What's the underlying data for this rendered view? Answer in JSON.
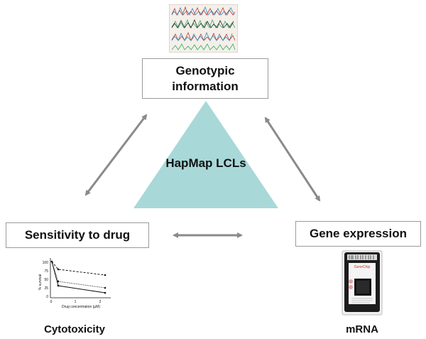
{
  "center": {
    "label": "HapMap LCLs"
  },
  "nodes": {
    "genotype": {
      "label_line1": "Genotypic",
      "label_line2": "information"
    },
    "drug": {
      "label": "Sensitivity to drug",
      "caption": "Cytotoxicity"
    },
    "expression": {
      "label": "Gene expression",
      "caption": "mRNA"
    }
  },
  "mini_chart": {
    "ylabel": "% survival",
    "xlabel": "Drug concentration (µM)",
    "yticks": [
      "100",
      "75",
      "50",
      "25",
      "0"
    ],
    "xticks": [
      "0",
      "1",
      "2"
    ]
  },
  "chip": {
    "brand": "GeneChip"
  },
  "colors": {
    "triangle": "#a9d8d9",
    "arrow": "#8a8a8a",
    "box_border": "#9a9a9a"
  }
}
